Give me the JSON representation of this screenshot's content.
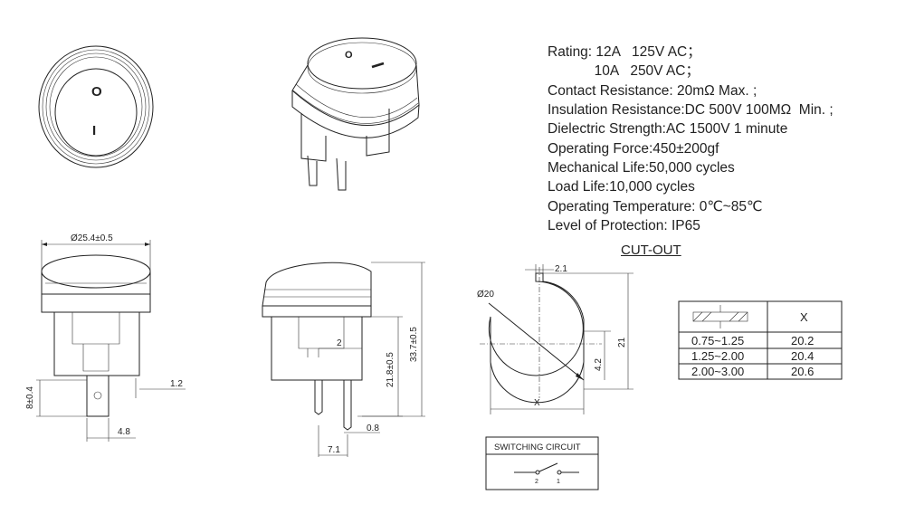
{
  "specs": {
    "rating_1": "Rating: 12A   125V AC；",
    "rating_2": "            10A   250V AC；",
    "contact_resistance": "Contact Resistance: 20mΩ Max. ;",
    "insulation_resistance": "Insulation Resistance:DC 500V 100MΩ  Min. ;",
    "dielectric_strength": "Dielectric Strength:AC 1500V 1 minute",
    "operating_force": "Operating Force:450±200gf",
    "mechanical_life": "Mechanical Life:50,000 cycles",
    "load_life": "Load Life:10,000 cycles",
    "operating_temperature": "Operating Temperature: 0℃~85℃",
    "protection": "Level of Protection: IP65"
  },
  "symbols": {
    "on": "I",
    "off": "O"
  },
  "dimensions": {
    "diameter": "Ø25.4±0.5",
    "height_8": "8±0.4",
    "width_48": "4.8",
    "gap_12": "1.2",
    "gap_2": "2",
    "height_218": "21.8±0.5",
    "height_337": "33.7±0.5",
    "terminal_08": "0.8",
    "terminal_71": "7.1"
  },
  "cutout": {
    "title": "CUT-OUT",
    "diameter": "Ø20",
    "notch_width": "2.1",
    "height": "21",
    "offset": "4.2",
    "x_label": "X",
    "table": {
      "header": "X",
      "rows": [
        {
          "range": "0.75~1.25",
          "x": "20.2"
        },
        {
          "range": "1.25~2.00",
          "x": "20.4"
        },
        {
          "range": "2.00~3.00",
          "x": "20.6"
        }
      ]
    }
  },
  "circuit": {
    "title": "SWITCHING CIRCUIT",
    "pin_a": "2",
    "pin_b": "1"
  }
}
